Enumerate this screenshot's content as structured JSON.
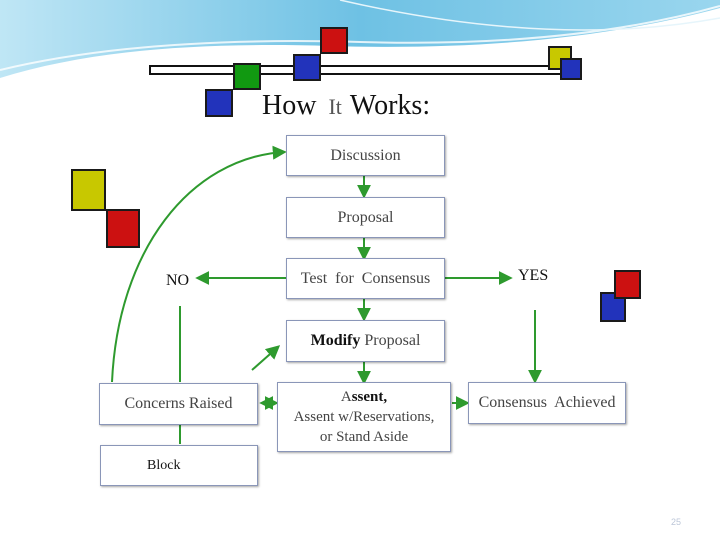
{
  "title": {
    "part1": "How",
    "part2": "It",
    "part3": "Works:"
  },
  "nodes": {
    "discussion": "Discussion",
    "proposal": "Proposal",
    "test": "Test  for  Consensus",
    "modify_bold": "Modify",
    "modify_rest": " Proposal",
    "assent_a": "A",
    "assent_b": "ssent,",
    "assent_line2": "Assent w/Reservations,",
    "assent_line3": "or Stand Aside",
    "concerns": "Concerns Raised",
    "consensus": "Consensus  Achieved",
    "block": "Block"
  },
  "labels": {
    "no": "NO",
    "yes": "YES"
  },
  "page_number": "25",
  "colors": {
    "arrow": "#2e9a2e",
    "node_border": "#8a96b8",
    "square_red": "#cc1111",
    "square_green": "#119911",
    "square_blue": "#2233bb",
    "square_yellow": "#c8c800",
    "swoosh": "#7fc8e6"
  }
}
